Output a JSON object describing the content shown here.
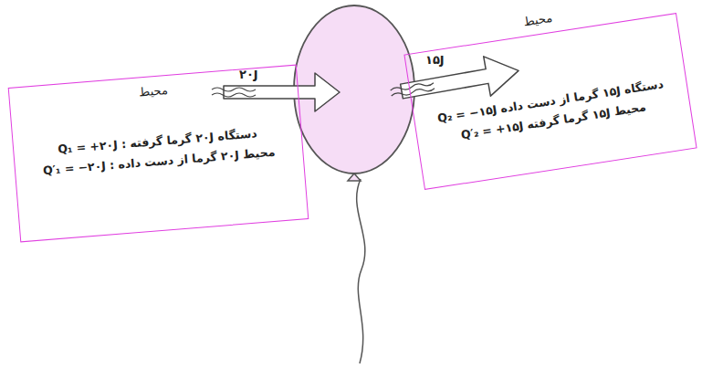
{
  "diagram": {
    "nodes": [
      {
        "text": [
          "محیط",
          "دستگاه ۲۰J گرما گرفته : Q₁ = +۲۰J",
          "محیط ۲۰J گرما از دست داده : Q′₁ = −۲۰J"
        ]
      },
      {
        "text": [
          "محیط",
          "دستگاه ۱۵J گرما از دست داده Q₂ = −۱۵J",
          "محیط ۱۵J گرما گرفته Q′₂ = +۱۵J"
        ]
      }
    ],
    "labels": [
      "۲۰J",
      "۱۵J"
    ]
  }
}
